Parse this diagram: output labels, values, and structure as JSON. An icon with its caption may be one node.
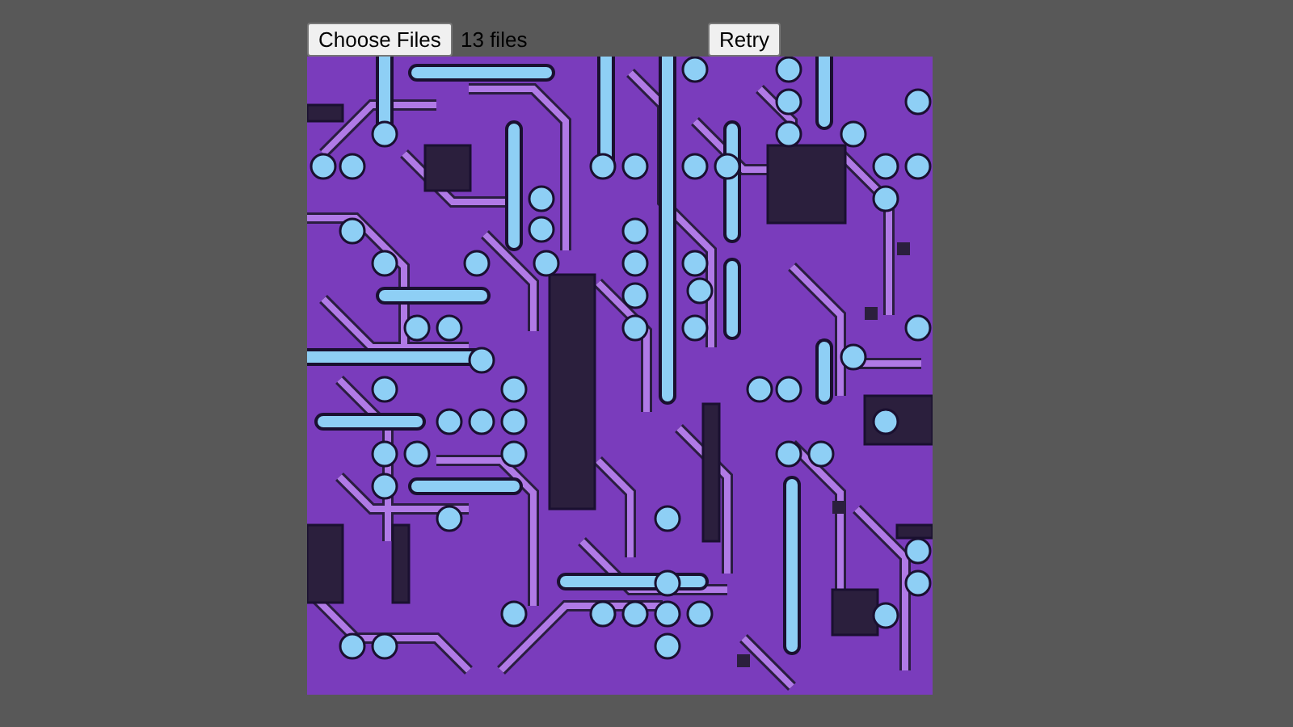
{
  "diagram": {
    "labels": [
      "Choose Files",
      "13 files",
      "Retry"
    ]
  }
}
